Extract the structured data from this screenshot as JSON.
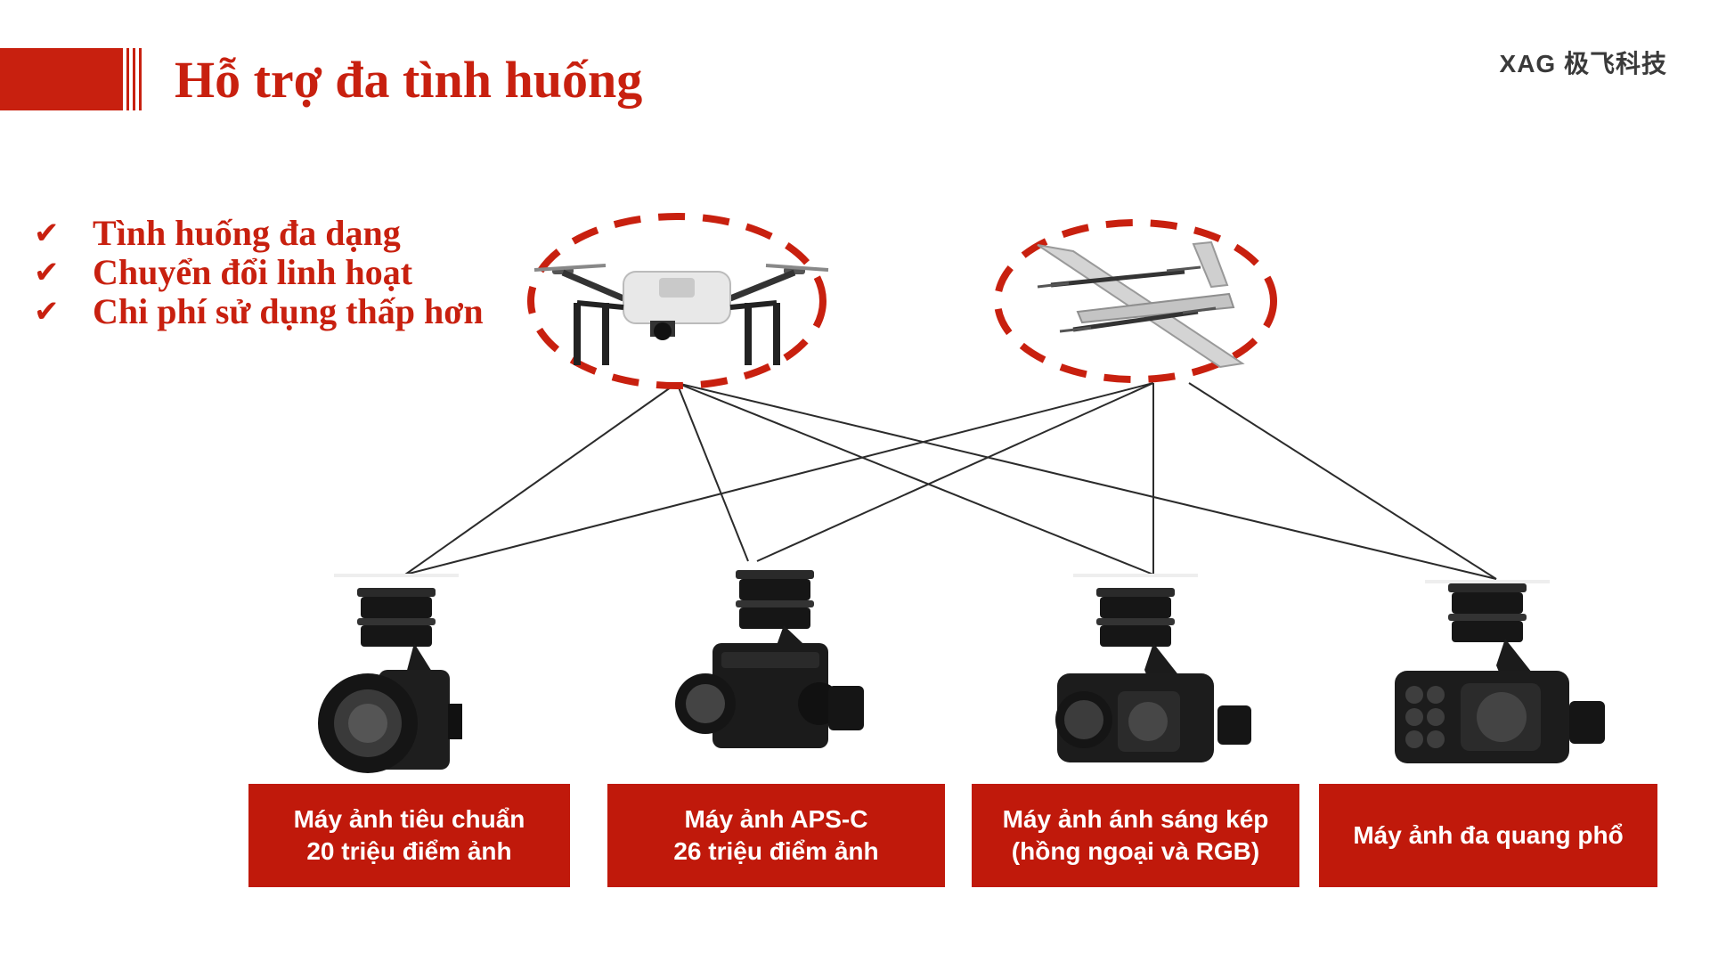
{
  "title": "Hỗ trợ đa tình huống",
  "logo": "XAG 极飞科技",
  "bullets": [
    "Tình huống đa dạng",
    "Chuyển đổi linh hoạt",
    "Chi phí sử dụng thấp hơn"
  ],
  "check_symbol": "✔",
  "cameras": [
    {
      "label": "Máy ảnh tiêu chuẩn\n20 triệu điểm ảnh"
    },
    {
      "label": "Máy ảnh APS-C\n26 triệu điểm ảnh"
    },
    {
      "label": "Máy ảnh ánh sáng kép\n(hồng ngoại và RGB)"
    },
    {
      "label": "Máy ảnh đa quang phổ"
    }
  ],
  "colors": {
    "brand": "#c8200f",
    "label_bg": "#c0190b",
    "line": "#2b2b2b"
  },
  "icons": [
    "quadcopter-drone-icon",
    "fixed-wing-vtol-drone-icon",
    "camera-gimbal-icon"
  ]
}
